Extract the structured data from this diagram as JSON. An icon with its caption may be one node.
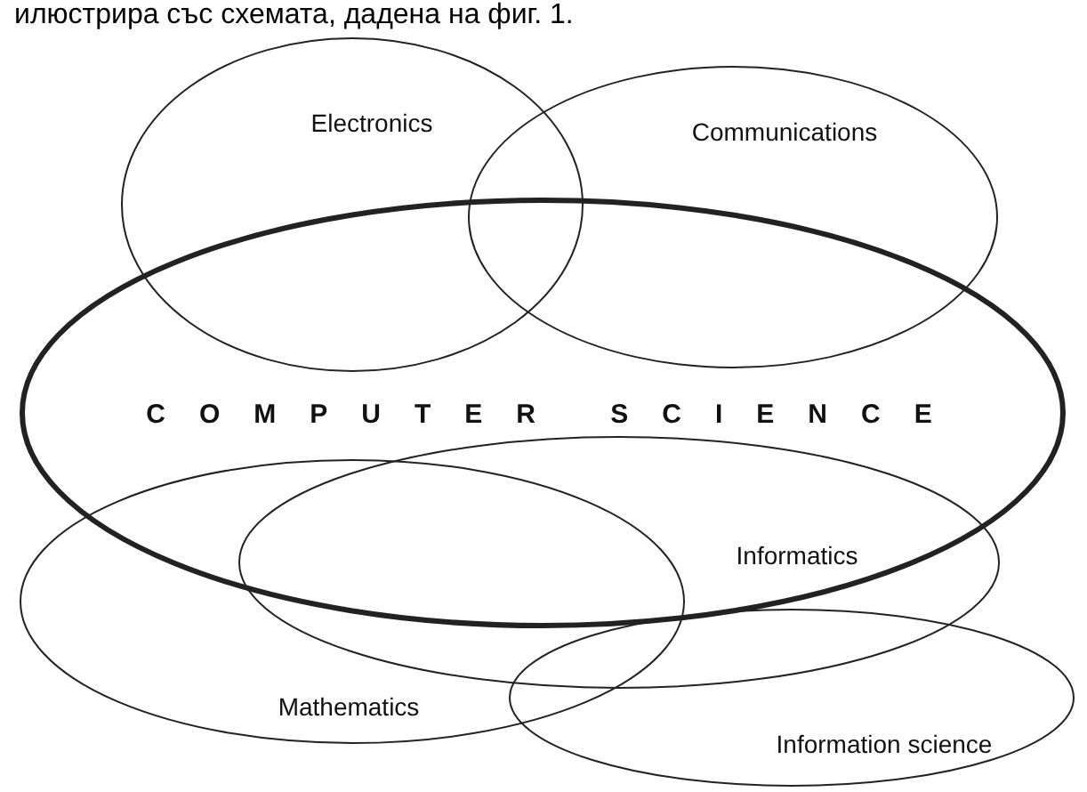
{
  "diagram": {
    "nodes": [
      {
        "text": [
          "Electronics"
        ]
      },
      {
        "text": [
          "Communications"
        ]
      },
      {
        "text": [
          "COMPUTER SCIENCE"
        ]
      },
      {
        "text": [
          "Informatics"
        ]
      },
      {
        "text": [
          "Mathematics"
        ]
      },
      {
        "text": [
          "Information science"
        ]
      }
    ],
    "labels": [
      "илюстрира със схемата, дадена на фиг. 1."
    ]
  }
}
